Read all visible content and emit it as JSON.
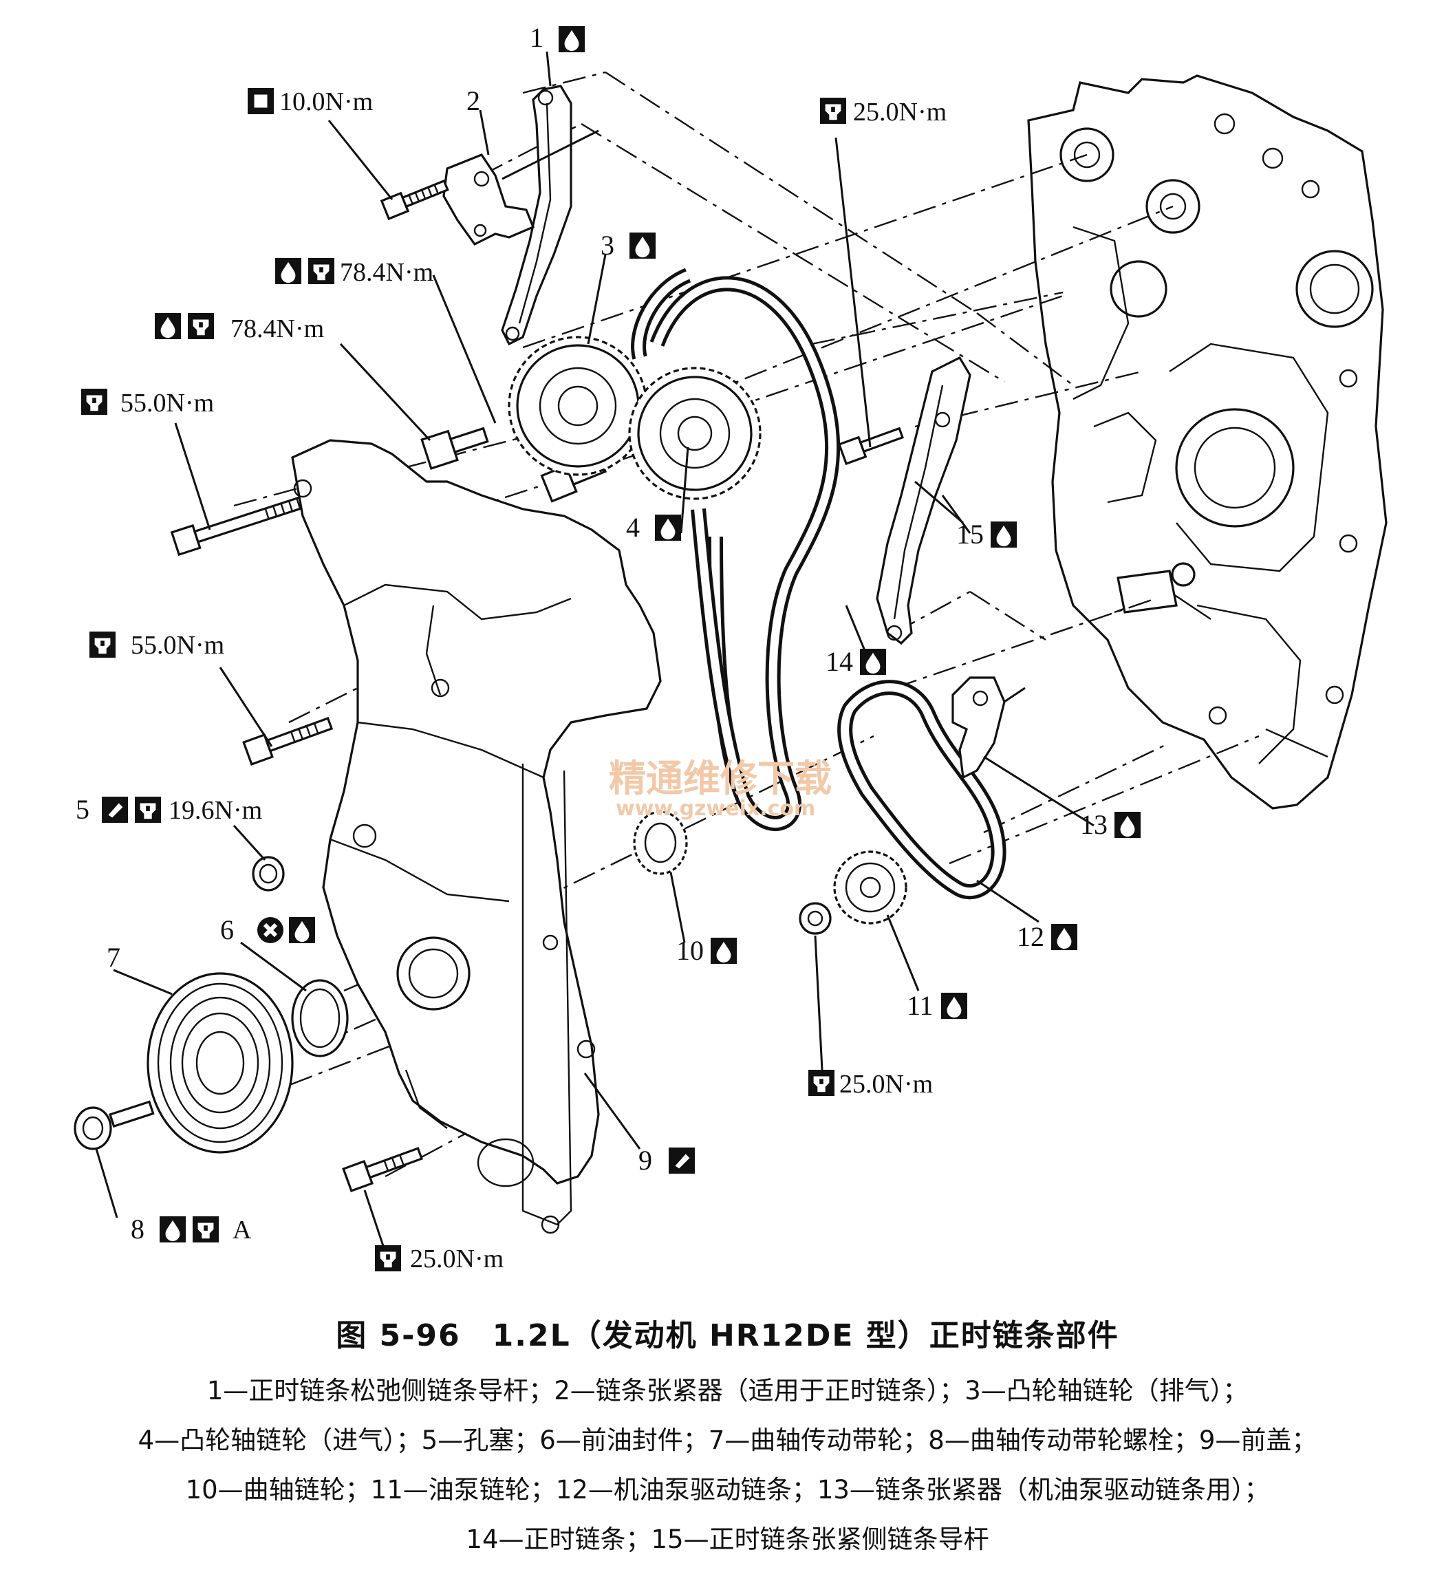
{
  "callouts": [
    {
      "id": "1",
      "label": "1"
    },
    {
      "id": "2",
      "label": "2"
    },
    {
      "id": "3",
      "label": "3"
    },
    {
      "id": "4",
      "label": "4"
    },
    {
      "id": "5",
      "label": "5"
    },
    {
      "id": "6",
      "label": "6"
    },
    {
      "id": "7",
      "label": "7"
    },
    {
      "id": "8",
      "label": "8"
    },
    {
      "id": "9",
      "label": "9"
    },
    {
      "id": "10",
      "label": "10"
    },
    {
      "id": "11",
      "label": "11"
    },
    {
      "id": "12",
      "label": "12"
    },
    {
      "id": "13",
      "label": "13"
    },
    {
      "id": "14",
      "label": "14"
    },
    {
      "id": "15",
      "label": "15"
    }
  ],
  "torques": {
    "t2": "10.0N·m",
    "t3": "78.4N·m",
    "t4": "78.4N·m",
    "t_bolt_top": "55.0N·m",
    "t_bolt_mid": "55.0N·m",
    "t5": "19.6N·m",
    "t8": "A",
    "t9": "25.0N·m",
    "t15": "25.0N·m",
    "t11": "25.0N·m"
  },
  "watermark": {
    "cn": "精通维修下载",
    "url": "www.gzweix.com"
  },
  "caption": {
    "title": "图 5-96　1.2L（发动机 HR12DE 型）正时链条部件",
    "lines": [
      "1—正时链条松弛侧链条导杆；2—链条张紧器（适用于正时链条）；3—凸轮轴链轮（排气）；",
      "4—凸轮轴链轮（进气）；5—孔塞；6—前油封件；7—曲轴传动带轮；8—曲轴传动带轮螺栓；9—前盖；",
      "10—曲轴链轮；11—油泵链轮；12—机油泵驱动链条；13—链条张紧器（机油泵驱动链条用）；",
      "14—正时链条；15—正时链条张紧侧链条导杆"
    ]
  }
}
